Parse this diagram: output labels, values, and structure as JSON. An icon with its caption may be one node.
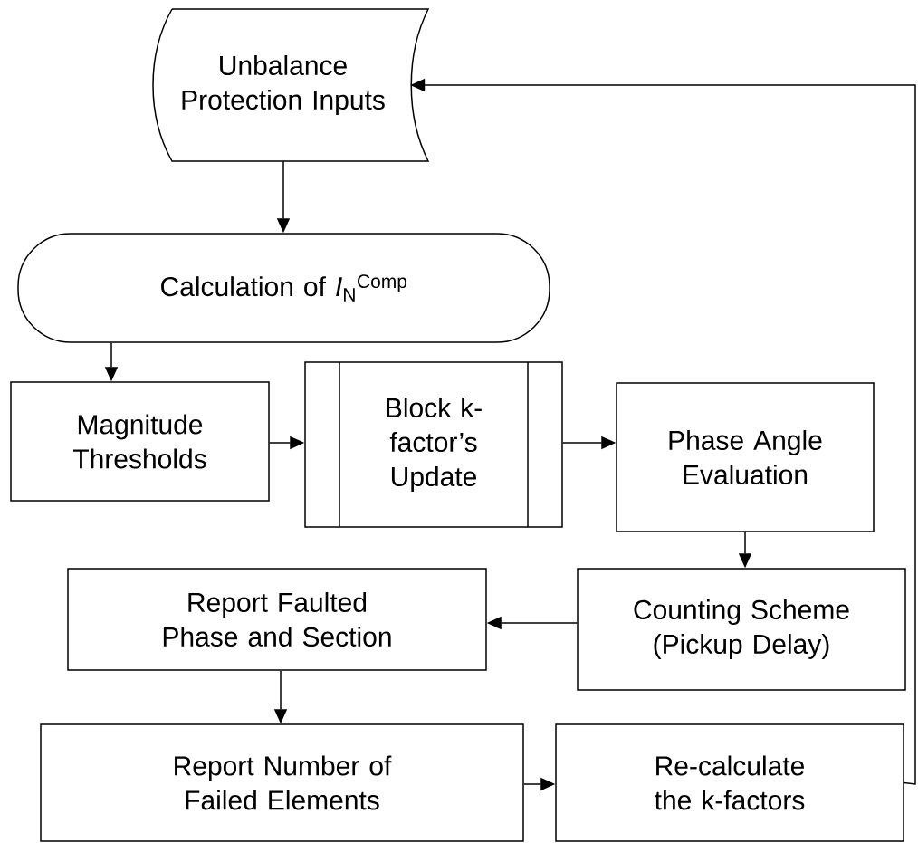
{
  "diagram": {
    "nodes": [
      {
        "text": [
          "Unbalance Protection Inputs"
        ]
      },
      {
        "text": [
          "Calculation of *I*$_{N}$$^{Comp}$"
        ]
      },
      {
        "text": [
          "Magnitude Thresholds"
        ]
      },
      {
        "text": [
          "Block k-factor’s Update"
        ]
      },
      {
        "text": [
          "Phase Angle Evaluation"
        ]
      },
      {
        "text": [
          "Counting Scheme (Pickup Delay)"
        ]
      },
      {
        "text": [
          "Report Faulted Phase and Section"
        ]
      },
      {
        "text": [
          "Report Number of Failed Elements"
        ]
      },
      {
        "text": [
          "Re-calculate the k-factors"
        ]
      }
    ],
    "edges": [
      {
        "from": 0,
        "to": 1,
        "arrow": "to"
      },
      {
        "from": 1,
        "to": 2,
        "arrow": "to"
      },
      {
        "from": 2,
        "to": 3,
        "arrow": "to"
      },
      {
        "from": 3,
        "to": 4,
        "arrow": "to"
      },
      {
        "from": 4,
        "to": 5,
        "arrow": "to"
      },
      {
        "from": 5,
        "to": 6,
        "arrow": "to"
      },
      {
        "from": 6,
        "to": 7,
        "arrow": "to"
      },
      {
        "from": 7,
        "to": 8,
        "arrow": "to"
      },
      {
        "from": 8,
        "to": 0,
        "arrow": "to"
      }
    ]
  }
}
